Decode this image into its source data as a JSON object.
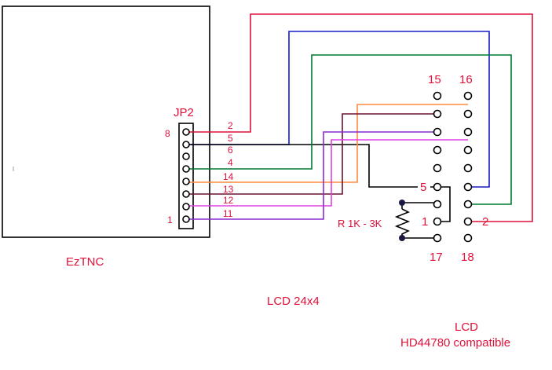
{
  "board": {
    "name": "EzTNC",
    "header": "JP2",
    "pin_top": "8",
    "pin_bottom": "1"
  },
  "lcd": {
    "pins_top_left": "15",
    "pins_top_right": "16",
    "pins_bottom_left": "17",
    "pins_bottom_right": "18",
    "pin5": "5",
    "pin1": "1",
    "pin2": "2",
    "label": "LCD",
    "compat": "HD44780 compatible"
  },
  "resistor": {
    "label": "R 1K - 3K"
  },
  "caption": "LCD  24x4",
  "wires": [
    {
      "label": "2",
      "color": "#e0103a"
    },
    {
      "label": "5",
      "color": "#1a1acc"
    },
    {
      "label": "6",
      "color": "#000000"
    },
    {
      "label": "4",
      "color": "#007a30"
    },
    {
      "label": "14",
      "color": "#ff8a3d"
    },
    {
      "label": "13",
      "color": "#6b1230"
    },
    {
      "label": "12",
      "color": "#e040e0"
    },
    {
      "label": "11",
      "color": "#8a2bd0"
    }
  ]
}
